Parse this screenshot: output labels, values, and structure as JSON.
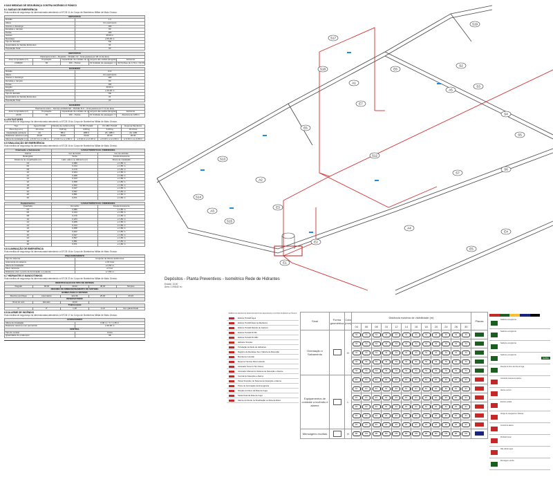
{
  "left": {
    "section6_title": "6 DAS MEDIDAS DE SEGURANÇA CONTRA INCÊNDIO E PÂNICO",
    "section61_title": "6.1 SAÍDAS DE EMERGÊNCIA",
    "section61_text": "Esta medida de segurança foi dimensionada atendendo a NTCB 11 do Corpo de Bombeiros Militar de Mato Grosso.",
    "depositos_header": "DEPÓSITOS",
    "depositos_rows": [
      [
        "Divisão",
        "J-3"
      ],
      [
        "Altura",
        "Um pavimento"
      ],
      [
        "Acesso e descarga",
        "100"
      ],
      [
        "Escadas e rampas",
        "60"
      ],
      [
        "Portas",
        "100"
      ],
      [
        "Acesso",
        "30,00 m"
      ],
      [
        "Descarga",
        "≥ 60,00 m"
      ],
      [
        "Tipo de Escada",
        "NE"
      ],
      [
        "Quantidade de Saídas Existentes",
        "04"
      ],
      [
        "População Total",
        "60"
      ]
    ],
    "depositos_calc_header": "DEPÓSITOS",
    "depositos_calc_sub": "Pavimento único – Depósito · Divisão J-3 · Uma pessoa por 30 m² de área",
    "depositos_calc_cols": [
      "Área computada (m²)",
      "População",
      "Capacidade da unidade de passagem",
      "Largura das saídas (Exigido)",
      "Existente"
    ],
    "depositos_calc_row": [
      "2.098,82",
      "60",
      "100 – Portas",
      "01 Unidade de passagem = 0,55 m",
      "02 Portões de 4,70 m / 02 Portas de 0,80 m"
    ],
    "banheiro_header": "BANHEIRO",
    "banheiro_rows": [
      [
        "Divisão",
        "D-3"
      ],
      [
        "Altura",
        "Um pavimento"
      ],
      [
        "Acesso e descarga",
        "100"
      ],
      [
        "Escadas e rampas",
        "60"
      ],
      [
        "Portas",
        "100"
      ],
      [
        "Exigido",
        "40,00 m"
      ],
      [
        "Existente",
        "≥ 40,00 m"
      ],
      [
        "Tipo de Escada",
        "NE"
      ],
      [
        "Quantidade de Saídas Existentes",
        "01"
      ],
      [
        "População Total",
        "03"
      ]
    ],
    "banheiro_calc_header": "BANHEIRO",
    "banheiro_calc_sub": "Pavimento único – Serviço profissional – Divisão D-3 – Uma pessoa por 7 m² de área",
    "banheiro_calc_row": [
      "20,00",
      "03",
      "100 – Portas",
      "01 Unidade de passagem = 0,55 m",
      "Abertura de 0,80 m"
    ],
    "section64_title": "6.4 EXTINTORES",
    "section64_text": "Esta medida de segurança foi dimensionada atendendo a NTCB 15 do Corpo de Bombeiros Militar de Mato Grosso.",
    "extintores_cols": [
      "Tipo",
      "Água Portátil",
      "Dióxido de carbono Portátil",
      "Pó BC Portátil",
      "Pó ABC Portátil",
      "Espuma Mecânica"
    ],
    "extintores_rows": [
      [
        "Peso (kg ou L)",
        "10 Litros",
        "6,00 kg",
        "4,00 kg",
        "4,00 kg",
        "10 Litros"
      ],
      [
        "Capacidade extintora",
        "2A",
        "5B:C",
        "20B:C",
        "2A: 10B:C",
        "2A: 10B"
      ],
      [
        "Distância máxima a percorrer (m)",
        "20,00",
        "20,00",
        "20,00",
        "20,00",
        "20,00"
      ],
      [
        "Altura de instalação (m)",
        "≥ 0,10 m e ≤ 1,60 m",
        "≥ 0,10 m e ≤ 1,60 m",
        "≥ 0,10 m e ≤ 1,60 m",
        "≥ 0,10 m e ≤ 1,60 m",
        "≥ 0,10 m e ≤ 1,60 m"
      ]
    ],
    "section65_title": "6.5 SINALIZAÇÃO DE EMERGÊNCIA",
    "section65_text": "Esta medida de segurança foi dimensionada atendendo a NTCB 16 do Corpo de Bombeiros Militar de Mato Grosso.",
    "sinal_header": "CARACTERÍSTICAS / DIMENSÕES",
    "sinal_cols": [
      "Forma",
      "Cor de fundo",
      "Cor do símbolo"
    ],
    "sinal_vals": [
      "Retangular",
      "Verde",
      "Fotoluminescente"
    ],
    "sinal_group1": "Orientação e Salvamento",
    "sinal_group2": "Equipamentos",
    "sinal_group2_vals": [
      "Quadrado",
      "Vermelho",
      "Fotoluminescente"
    ],
    "sinal_dist_cols": [
      "Distância de visualização (m)",
      "Lado, altura ou diâmetro (m)",
      "Altura de instalação"
    ],
    "sinal_dist_rows": [
      [
        "04",
        "0,089",
        "≥ 1,80 m"
      ],
      [
        "06",
        "0,134",
        "≥ 1,80 m"
      ],
      [
        "08",
        "0,179",
        "≥ 1,80 m"
      ],
      [
        "10",
        "0,224",
        "≥ 1,80 m"
      ],
      [
        "12",
        "0,268",
        "≥ 1,80 m"
      ],
      [
        "14",
        "0,313",
        "≥ 1,80 m"
      ],
      [
        "16",
        "0,358",
        "≥ 1,80 m"
      ],
      [
        "18",
        "0,402",
        "≥ 1,80 m"
      ],
      [
        "20",
        "0,447",
        "≥ 1,80 m"
      ],
      [
        "24",
        "0,537",
        "≥ 1,80 m"
      ],
      [
        "26",
        "0,581",
        "≥ 1,80 m"
      ],
      [
        "30",
        "0,671",
        "≥ 1,80 m"
      ]
    ],
    "section66_title": "6.6 ILUMINAÇÃO DE EMERGÊNCIA",
    "section66_text": "Esta medida de segurança foi dimensionada atendendo a NTCB 18 do Corpo de Bombeiros Militar de Mato Grosso.",
    "ilum_header": "ENQUADRAMENTO",
    "ilum_rows": [
      [
        "Tipo de sistema",
        "Conjunto de blocos autônomos"
      ],
      [
        "Autonomia do sistema",
        "≥ 01 hora"
      ],
      [
        "Altura de instalação",
        "≥ 2,50 m"
      ],
      [
        "Fluxo luminoso",
        "≥ 3 lux"
      ],
      [
        "Distância entre o ponto de iluminação e a parede",
        "≤ 7,50 m"
      ]
    ],
    "section67_title": "6.7 HIDRANTES E MANGOTINHOS",
    "section67_text": "Esta medida de segurança foi dimensionada atendendo a NTCB 22 do Corpo de Bombeiros Militar de Mato Grosso.",
    "hid_header": "IDENTIFICAÇÃO DO TIPO DE SISTEMA",
    "hid_rows": [
      [
        "Regular",
        "38,00",
        "30,00",
        "38,00",
        "Simples"
      ]
    ],
    "calc_header": "RESUMO DO DIMENSIONAMENTO DO SISTEMA",
    "bomba_header": "BOMBA PARA O SISTEMA",
    "bomba_row": [
      "Bomba centrífuga",
      "Automático",
      "421,96",
      "25,00",
      "20,23"
    ],
    "reserv_header": "RESERVATÓRIO",
    "reserv_row": [
      "Nível do solo",
      "Elevado",
      "10,00"
    ],
    "tubul_header": "TUBULAÇÃO",
    "tubul_row": [
      "2\"",
      "2\"",
      "1,48",
      "2,10",
      "Aço galvanizado"
    ],
    "section68_title": "6.8 ALARME DE INCÊNDIO",
    "section68_text": "Esta medida de segurança foi dimensionada atendendo a NTCB 17 do Corpo de Bombeiros Militar de Mato Grosso.",
    "alarme_header": "ACIONADORES",
    "alarme_rows": [
      [
        "Altura de instalação",
        "0,90 m < h < 1,35 m"
      ],
      [
        "Distância máxima a ser percorrida",
        "≤ 30,00 m"
      ]
    ],
    "central_header": "CENTRAL",
    "central_rows": [
      [
        "Tipo de central",
        "Única"
      ],
      [
        "Quantidade de endereços",
        "08"
      ]
    ]
  },
  "drawing": {
    "title": "Depósitos - Planta Preventivos - Isométrico Rede de Hidrantes",
    "scale_line": "Escala: 1/100",
    "area_line": "Área: 2.098,82 m²",
    "labels": [
      "S17",
      "S18",
      "S19",
      "S2",
      "S3",
      "S4",
      "S5",
      "S6",
      "S7",
      "S12",
      "S13",
      "S14",
      "S15",
      "E1",
      "E2",
      "E3",
      "E4",
      "E5",
      "E6",
      "E7",
      "E8",
      "A1",
      "A2",
      "A3",
      "A4",
      "A5"
    ]
  },
  "legend": {
    "header": "SÍMBOLOS GRÁFICOS PARA PROJETO DE SEGURANÇA CONTRA INCÊNDIO E PÂNICO",
    "items": [
      "Extintor Portátil Água",
      "Extintor Portátil Espuma Mecânica",
      "Extintor Portátil Dióxido de Carbono",
      "Extintor Portátil Pó BC",
      "Extintor Portátil Pó ABC",
      "Hidrante Simples",
      "Tubulação da Rede de Hidrantes",
      "Registro de Recalque Sem Válvula de Retenção",
      "Bomba de Incêndio",
      "Reserva Técnica Para Incêndio",
      "Acionador Sonoro Tipo Sirene",
      "Acionador Manual do Sistema de Detecção e Alarme",
      "Central do Detecção e Alarme",
      "Painel Sinóptico do Sistema de Detecção e Alarme",
      "Ponto de Iluminação de Emergência",
      "Direção do Fluxo da Rota de Fuga",
      "Saída Final da Rota de Fuga",
      "Alarme de Ruído na Sinalização ou Rota de Risco"
    ]
  },
  "vis": {
    "col_sinal": "Sinal",
    "col_forma": "Forma geométrica",
    "col_cota": "Cota (mm)",
    "col_dist": "Distância máxima de visibilidade (m)",
    "col_placas": "Placas",
    "distances": [
      "04",
      "06",
      "08",
      "10",
      "12",
      "14",
      "16",
      "18",
      "20",
      "24",
      "26",
      "30"
    ],
    "row1": "Orientação e Salvamento",
    "row1_cota": "H",
    "row2": "Equipamentos de combate a incêndio e alarme",
    "row2_cota": "L",
    "row3": "Mensagens escritas",
    "row3_cota": "H",
    "chip1": "S1",
    "chip2": "E1",
    "chip3": "M1"
  },
  "strip": {
    "saida": "SAÍDA",
    "notes": [
      "Saída de emergência",
      "Saída de emergência",
      "Saída de emergência",
      "Saída de emergência",
      "Direção do fluxo da rota de fuga",
      "Comando manual de alarme",
      "Alarme sonoro",
      "Extintor portátil",
      "Abrigo de mangueira e hidrante",
      "Central de alarme",
      "Proibido fumar",
      "Não utilizar água",
      "Mensagem escrita"
    ],
    "colors": [
      "#c62828",
      "#1b5e20",
      "#fbc02d",
      "#1a237e",
      "#000000",
      "#ffffff"
    ]
  }
}
